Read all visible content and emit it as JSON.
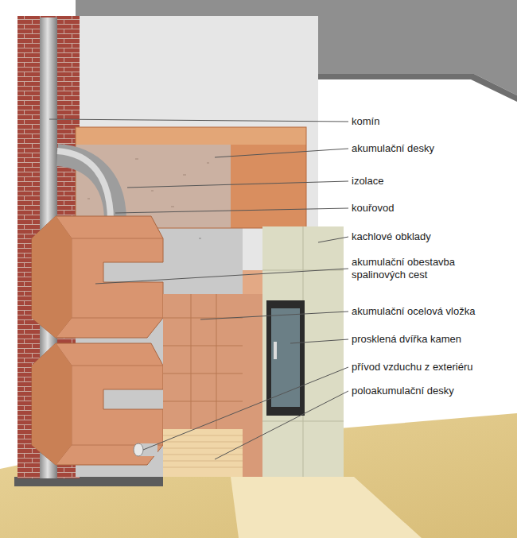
{
  "diagram": {
    "labels": [
      "komín",
      "akumulační desky",
      "izolace",
      "kouřovod",
      "kachlové obklady",
      "akumulační obestavba spalinových cest",
      "akumulační ocelová vložka",
      "prosklená dvířka kamen",
      "přívod vzduchu z exteriéru",
      "poloakumulační desky"
    ]
  }
}
